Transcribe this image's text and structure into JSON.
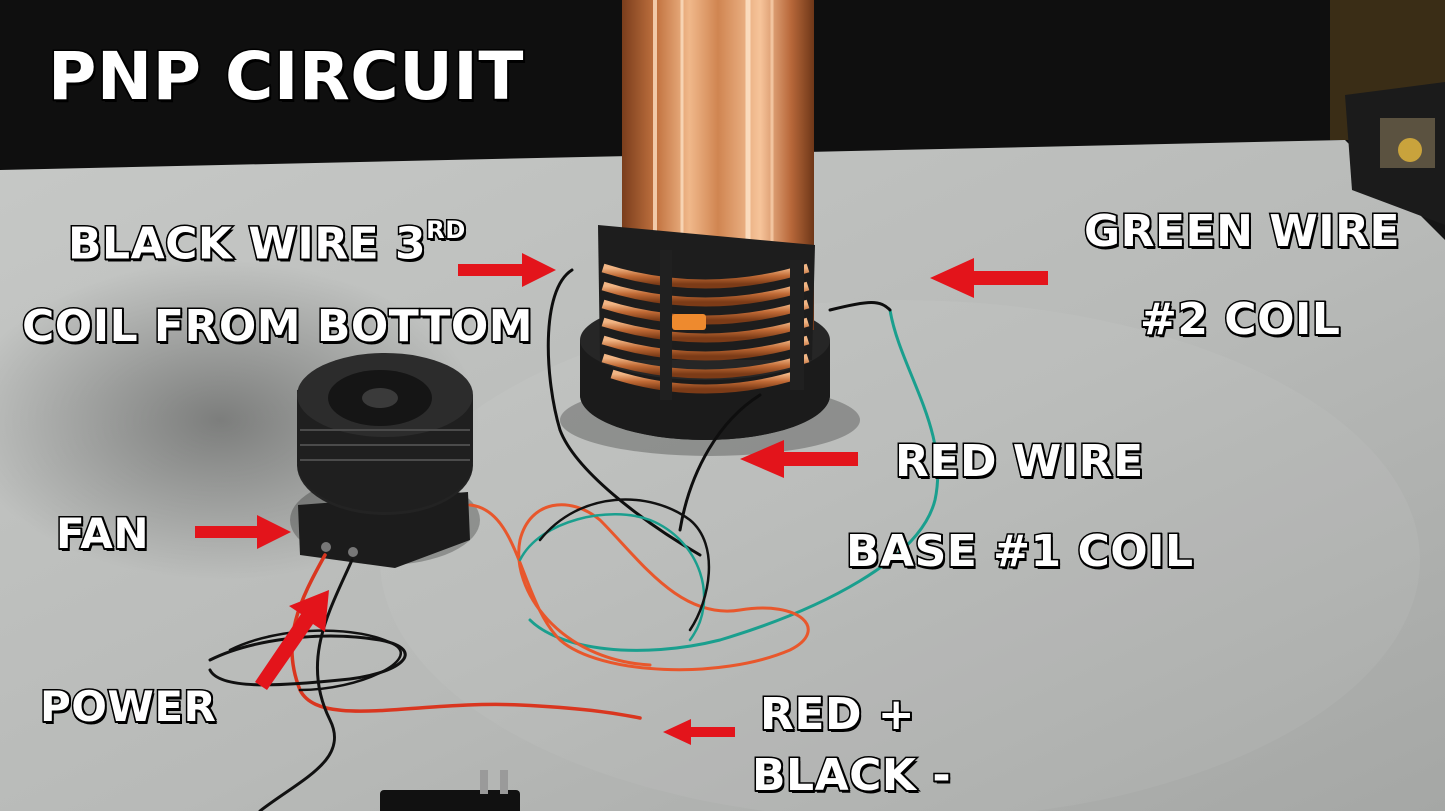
{
  "title": "PNP CIRCUIT",
  "labels": {
    "black_wire_line1": "BLACK WIRE 3",
    "black_wire_superscript": "RD",
    "black_wire_line2": "COIL FROM BOTTOM",
    "green_wire_line1": "GREEN WIRE",
    "green_wire_line2": "#2 COIL",
    "red_wire_line1": "RED WIRE",
    "red_wire_line2": "BASE #1 COIL",
    "fan": "FAN",
    "power": "POWER",
    "polarity_line1": "RED +",
    "polarity_line2": "BLACK -"
  },
  "colors": {
    "arrow": "#e3141b",
    "label_text": "#ffffff",
    "label_outline": "#000000",
    "table": "#b9bbb9",
    "copper": "#c8733f",
    "plastic": "#1c1c1c",
    "wire_green": "#1a9f8e",
    "wire_red": "#e8572c",
    "wire_black": "#111111"
  },
  "icons": [
    "arrow-right-icon",
    "arrow-left-icon",
    "arrow-up-right-icon"
  ]
}
